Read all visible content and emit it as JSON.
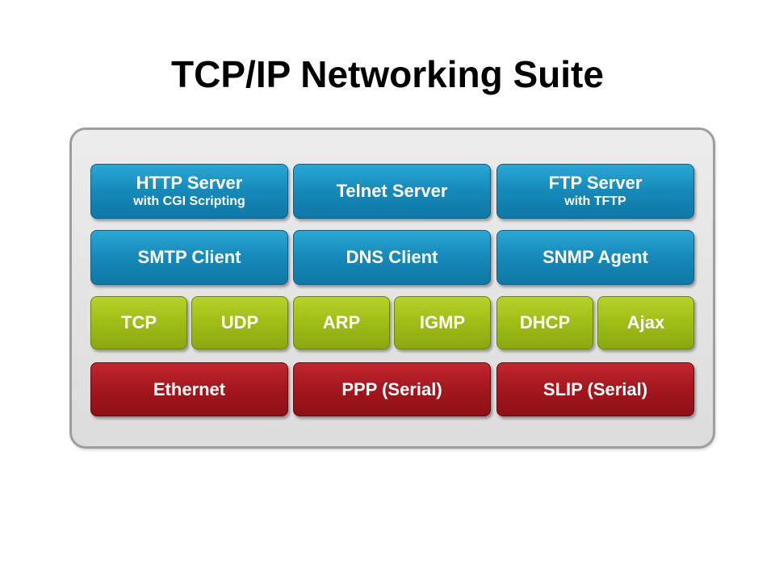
{
  "title": "TCP/IP Networking Suite",
  "rows": {
    "application_1": {
      "http_server": {
        "main": "HTTP Server",
        "sub": "with CGI Scripting"
      },
      "telnet_server": {
        "main": "Telnet Server"
      },
      "ftp_server": {
        "main": "FTP Server",
        "sub": "with TFTP"
      }
    },
    "application_2": {
      "smtp_client": {
        "main": "SMTP Client"
      },
      "dns_client": {
        "main": "DNS Client"
      },
      "snmp_agent": {
        "main": "SNMP Agent"
      }
    },
    "transport": {
      "tcp": {
        "main": "TCP"
      },
      "udp": {
        "main": "UDP"
      },
      "arp": {
        "main": "ARP"
      },
      "igmp": {
        "main": "IGMP"
      },
      "dhcp": {
        "main": "DHCP"
      },
      "ajax": {
        "main": "Ajax"
      }
    },
    "link": {
      "ethernet": {
        "main": "Ethernet"
      },
      "ppp": {
        "main": "PPP (Serial)"
      },
      "slip": {
        "main": "SLIP (Serial)"
      }
    }
  },
  "colors": {
    "application": "#1689b9",
    "transport": "#9fbd17",
    "link": "#a4161d",
    "panel": "#e4e4e4"
  }
}
